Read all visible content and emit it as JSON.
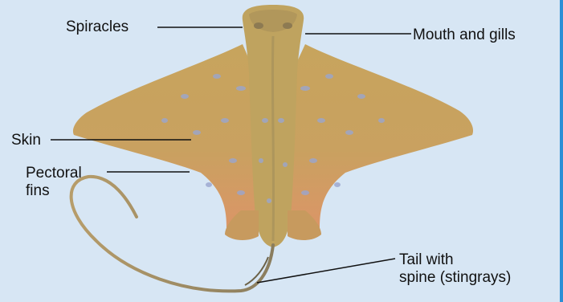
{
  "diagram": {
    "labels": {
      "spiracles": "Spiracles",
      "mouth_gills": "Mouth and gills",
      "skin": "Skin",
      "pectoral_line1": "Pectoral",
      "pectoral_line2": "fins",
      "tail_line1": "Tail with",
      "tail_line2": "spine (stingrays)"
    }
  },
  "colors": {
    "background": "#d7e6f4",
    "border_accent": "#2a8fd6",
    "body_fill": "#c4a25c",
    "fin_edge": "#e0956a",
    "spots": "#9aa6cf",
    "leader_lines": "#111111"
  }
}
